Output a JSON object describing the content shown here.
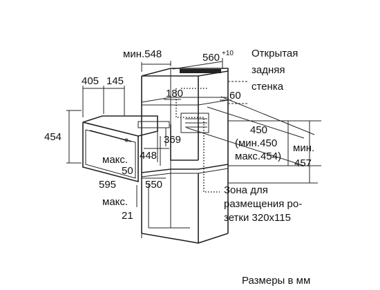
{
  "dimensions": {
    "min548": "мин.548",
    "d560": "560",
    "d560_sup": "+10",
    "d405": "405",
    "d145": "145",
    "d180": "180",
    "d60": "60",
    "d454": "454",
    "d450": "450",
    "d450_min": "(мин.450",
    "d450_max": "макс.454)",
    "min_label": "мин.",
    "d457": "457",
    "d369": "369",
    "d448": "448",
    "max50_a": "макс.",
    "max50_b": "50",
    "d595": "595",
    "d550": "550",
    "max21_a": "макс.",
    "max21_b": "21"
  },
  "notes": {
    "back_wall_1": "Открытая",
    "back_wall_2": "задняя",
    "back_wall_3": "стенка",
    "socket_1": "Зона для",
    "socket_2": "размещения ро-",
    "socket_3": "зетки 320х115",
    "units": "Размеры в мм"
  }
}
